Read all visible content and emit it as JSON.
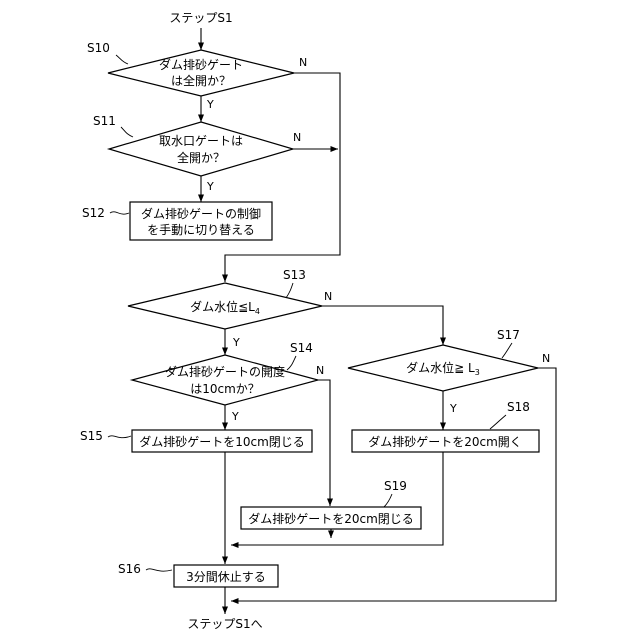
{
  "start_label": "ステップS1",
  "end_label": "ステップS1へ",
  "yes": "Y",
  "no": "N",
  "steps": {
    "s10": {
      "id": "S10",
      "line1": "ダム排砂ゲート",
      "line2": "は全開か？"
    },
    "s11": {
      "id": "S11",
      "line1": "取水口ゲートは",
      "line2": "全開か？"
    },
    "s12": {
      "id": "S12",
      "line1": "ダム排砂ゲートの制御",
      "line2": "を手動に切り替える"
    },
    "s13": {
      "id": "S13",
      "text": "ダム水位≦L",
      "sub": "4"
    },
    "s14": {
      "id": "S14",
      "line1": "ダム排砂ゲートの開度",
      "line2": "は10cmか？"
    },
    "s15": {
      "id": "S15",
      "text": "ダム排砂ゲートを10cm閉じる"
    },
    "s16": {
      "id": "S16",
      "text": "3分間休止する"
    },
    "s17": {
      "id": "S17",
      "text": "ダム水位≧ L",
      "sub": "3"
    },
    "s18": {
      "id": "S18",
      "text": "ダム排砂ゲートを20cm開く"
    },
    "s19": {
      "id": "S19",
      "text": "ダム排砂ゲートを20cm閉じる"
    }
  }
}
